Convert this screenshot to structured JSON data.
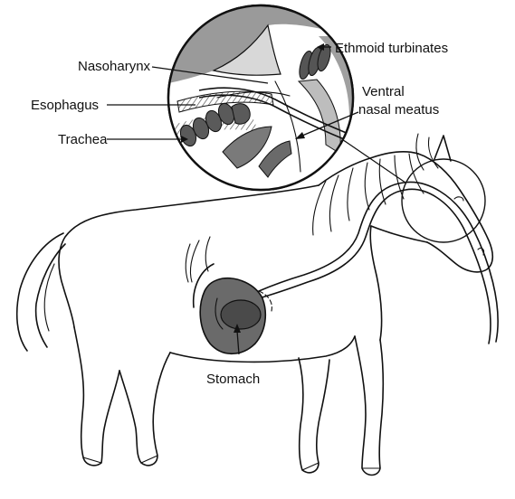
{
  "labels": {
    "nasopharynx": "Nasoharynx",
    "ethmoid": "Ethmoid turbinates",
    "esophagus": "Esophagus",
    "ventral_line1": "Ventral",
    "ventral_line2": "nasal meatus",
    "trachea": "Trachea",
    "stomach": "Stomach"
  },
  "colors": {
    "line": "#111111",
    "shade_dark": "#4a4a4a",
    "shade_mid": "#8a8a8a",
    "shade_light": "#c8c8c8",
    "background": "#ffffff"
  }
}
